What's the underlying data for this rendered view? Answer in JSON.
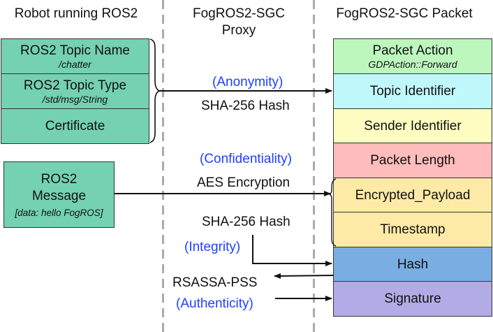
{
  "columns": {
    "robot": "Robot running ROS2",
    "proxy_line1": "FogROS2-SGC",
    "proxy_line2": "Proxy",
    "packet": "FogROS2-SGC Packet"
  },
  "robot_fields": [
    {
      "main": "ROS2 Topic Name",
      "sub": "/chatter",
      "color": "#74d1b1"
    },
    {
      "main": "ROS2 Topic Type",
      "sub": "/std/msg/String",
      "color": "#74d1b1"
    },
    {
      "main": "Certificate",
      "sub": "",
      "color": "#74d1b1"
    }
  ],
  "message_box": {
    "line1": "ROS2",
    "line2": "Message",
    "sub": "[data: hello FogROS]",
    "color": "#74d1b1"
  },
  "proxy_labels": {
    "anonymity": "(Anonymity)",
    "sha_hash_1": "SHA-256 Hash",
    "confidentiality": "(Confidentiality)",
    "aes": "AES  Encryption",
    "sha_hash_2": "SHA-256 Hash",
    "integrity": "(Integrity)",
    "rsa": "RSASSA-PSS",
    "authenticity": "(Authenticity)"
  },
  "packet_fields": [
    {
      "main": "Packet Action",
      "sub": "GDPAction::Forward",
      "color": "#bdf7be"
    },
    {
      "main": "Topic Identifier",
      "sub": "",
      "color": "#bff8fb"
    },
    {
      "main": "Sender Identifier",
      "sub": "",
      "color": "#fffcc1"
    },
    {
      "main": "Packet Length",
      "sub": "",
      "color": "#ffbcbc"
    },
    {
      "main": "Encrypted_Payload",
      "sub": "",
      "color": "#fdeaa6"
    },
    {
      "main": "Timestamp",
      "sub": "",
      "color": "#fdeaa6"
    },
    {
      "main": "Hash",
      "sub": "",
      "color": "#7aaee2"
    },
    {
      "main": "Signature",
      "sub": "",
      "color": "#b2abe5"
    }
  ],
  "colors": {
    "security_property_text": "#1f3fff",
    "divider": "#aaaaaa"
  }
}
